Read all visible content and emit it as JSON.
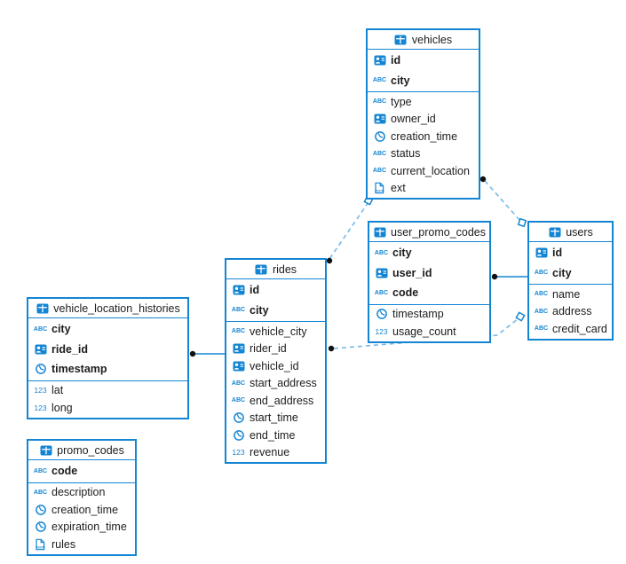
{
  "diagram": {
    "background": "#ffffff",
    "accent_color": "#1485d3",
    "dashed_line_color": "#74bae8",
    "text_color": "#1c1c1e"
  },
  "icons": {
    "text_glyph": "ABC",
    "number_glyph": "123",
    "json_glyph": "JSON"
  },
  "tables": {
    "vehicles": {
      "title": "vehicles",
      "primary_fields": [
        {
          "name": "id",
          "type": "id"
        },
        {
          "name": "city",
          "type": "text"
        }
      ],
      "fields": [
        {
          "name": "type",
          "type": "text"
        },
        {
          "name": "owner_id",
          "type": "id"
        },
        {
          "name": "creation_time",
          "type": "time"
        },
        {
          "name": "status",
          "type": "text"
        },
        {
          "name": "current_location",
          "type": "text"
        },
        {
          "name": "ext",
          "type": "json"
        }
      ]
    },
    "user_promo_codes": {
      "title": "user_promo_codes",
      "primary_fields": [
        {
          "name": "city",
          "type": "text"
        },
        {
          "name": "user_id",
          "type": "id"
        },
        {
          "name": "code",
          "type": "text"
        }
      ],
      "fields": [
        {
          "name": "timestamp",
          "type": "time"
        },
        {
          "name": "usage_count",
          "type": "number"
        }
      ]
    },
    "users": {
      "title": "users",
      "primary_fields": [
        {
          "name": "id",
          "type": "id"
        },
        {
          "name": "city",
          "type": "text"
        }
      ],
      "fields": [
        {
          "name": "name",
          "type": "text"
        },
        {
          "name": "address",
          "type": "text"
        },
        {
          "name": "credit_card",
          "type": "text"
        }
      ]
    },
    "rides": {
      "title": "rides",
      "primary_fields": [
        {
          "name": "id",
          "type": "id"
        },
        {
          "name": "city",
          "type": "text"
        }
      ],
      "fields": [
        {
          "name": "vehicle_city",
          "type": "text"
        },
        {
          "name": "rider_id",
          "type": "id"
        },
        {
          "name": "vehicle_id",
          "type": "id"
        },
        {
          "name": "start_address",
          "type": "text"
        },
        {
          "name": "end_address",
          "type": "text"
        },
        {
          "name": "start_time",
          "type": "time"
        },
        {
          "name": "end_time",
          "type": "time"
        },
        {
          "name": "revenue",
          "type": "number"
        }
      ]
    },
    "vehicle_location_histories": {
      "title": "vehicle_location_histories",
      "primary_fields": [
        {
          "name": "city",
          "type": "text"
        },
        {
          "name": "ride_id",
          "type": "id"
        },
        {
          "name": "timestamp",
          "type": "time"
        }
      ],
      "fields": [
        {
          "name": "lat",
          "type": "number"
        },
        {
          "name": "long",
          "type": "number"
        }
      ]
    },
    "promo_codes": {
      "title": "promo_codes",
      "primary_fields": [
        {
          "name": "code",
          "type": "text"
        }
      ],
      "fields": [
        {
          "name": "description",
          "type": "text"
        },
        {
          "name": "creation_time",
          "type": "time"
        },
        {
          "name": "expiration_time",
          "type": "time"
        },
        {
          "name": "rules",
          "type": "json"
        }
      ]
    }
  },
  "relationships": [
    {
      "from": "vehicle_location_histories",
      "to": "rides",
      "from_marker": "dot",
      "to_marker": "none",
      "line": "solid"
    },
    {
      "from": "user_promo_codes",
      "to": "users",
      "from_marker": "dot",
      "to_marker": "none",
      "line": "solid"
    },
    {
      "from": "rides",
      "to": "vehicles",
      "from_marker": "dot",
      "to_marker": "square",
      "line": "dashed"
    },
    {
      "from": "vehicles",
      "to": "users",
      "from_marker": "dot",
      "to_marker": "square",
      "line": "dashed"
    },
    {
      "from": "rides",
      "to": "users",
      "from_marker": "dot",
      "to_marker": "square",
      "line": "dashed"
    }
  ]
}
